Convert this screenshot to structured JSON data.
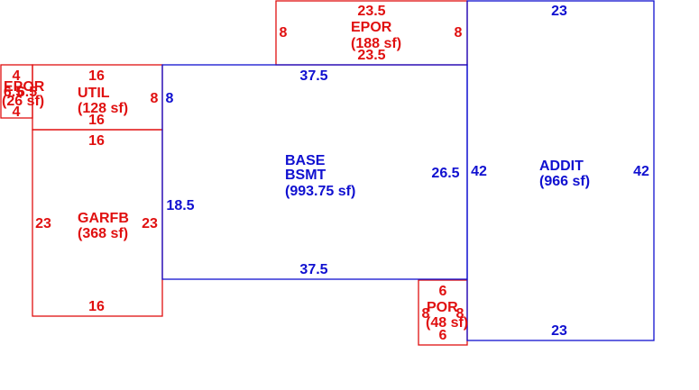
{
  "colors": {
    "primary_area": "#1010d0",
    "secondary_area": "#e01010"
  },
  "areas": {
    "epor_top": {
      "code": "EPOR",
      "area": "(188 sf)",
      "dim_top": "23.5",
      "dim_bottom": "23.5",
      "dim_left": "8",
      "dim_right": "8"
    },
    "addit": {
      "code": "ADDIT",
      "area": "(966 sf)",
      "dim_top": "23",
      "dim_bottom": "23",
      "dim_left": "42",
      "dim_right": "42"
    },
    "base": {
      "code": "BASE",
      "code2": "BSMT",
      "area": "(993.75 sf)",
      "dim_top": "37.5",
      "dim_bottom": "37.5",
      "dim_left_upper": "8",
      "dim_left_lower": "18.5",
      "dim_right": "26.5"
    },
    "util": {
      "code": "UTIL",
      "area": "(128 sf)",
      "dim_top": "16",
      "dim_bottom": "16",
      "dim_right": "8"
    },
    "garfb": {
      "code": "GARFB",
      "area": "(368 sf)",
      "dim_top": "16",
      "dim_bottom": "16",
      "dim_left": "23",
      "dim_right": "23"
    },
    "epor_small": {
      "code": "EPOR",
      "area": "(26 sf)",
      "dim_top": "4",
      "dim_bottom": "4",
      "dim_left": "6.5",
      "dim_right": "6.5"
    },
    "por": {
      "code": "POR",
      "area": "(48 sf)",
      "dim_top": "6",
      "dim_bottom": "6",
      "dim_left": "8",
      "dim_right": "8"
    }
  }
}
